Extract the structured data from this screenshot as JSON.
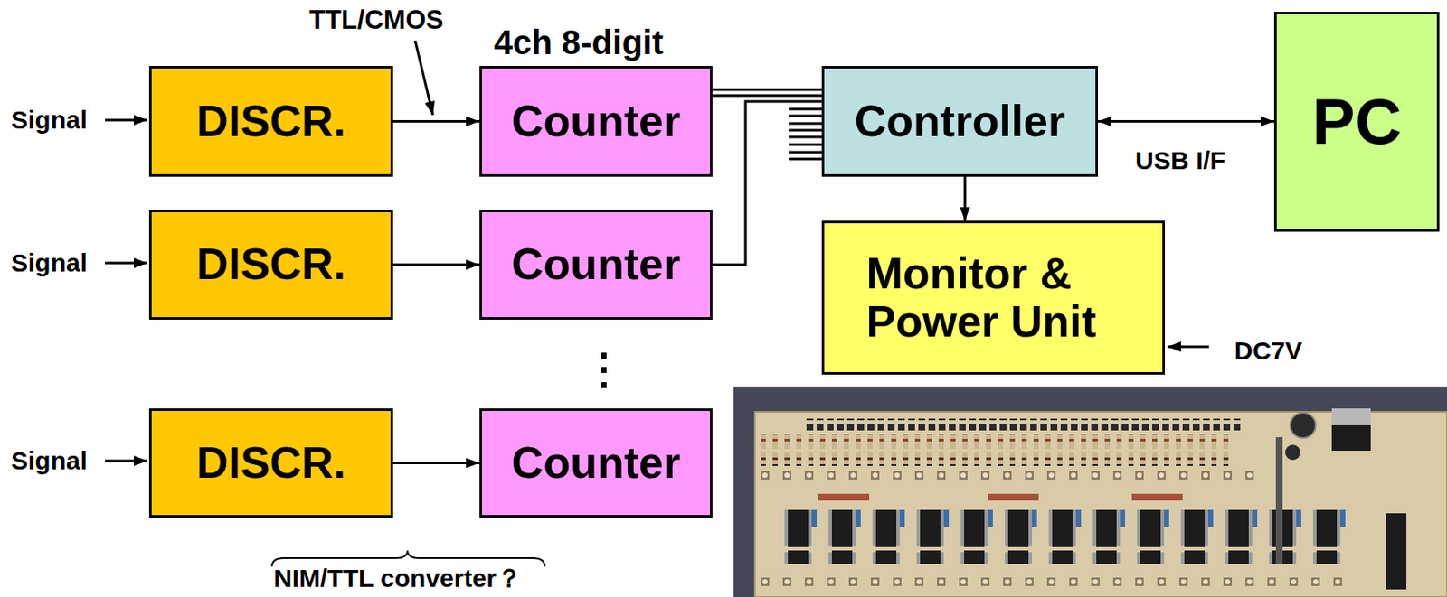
{
  "diagram": {
    "nodes": [
      {
        "text": [
          "DISCR."
        ]
      },
      {
        "text": [
          "Counter"
        ]
      },
      {
        "text": [
          "Controller"
        ]
      },
      {
        "text": [
          "PC"
        ]
      },
      {
        "text": [
          "DISCR."
        ]
      },
      {
        "text": [
          "Counter"
        ]
      },
      {
        "text": [
          "Monitor & Power Unit"
        ]
      },
      {
        "text": [
          "DISCR."
        ]
      },
      {
        "text": [
          "Counter"
        ]
      }
    ],
    "edges": [
      {
        "from": 0,
        "to": 1,
        "arrow": "to"
      },
      {
        "from": 4,
        "to": 5,
        "arrow": "to"
      },
      {
        "from": 7,
        "to": 8,
        "arrow": "to"
      },
      {
        "from": 1,
        "to": 2,
        "arrow": "none"
      },
      {
        "from": 5,
        "to": 2,
        "arrow": "none"
      },
      {
        "from": 2,
        "to": 3,
        "arrow": "both"
      },
      {
        "from": 2,
        "to": 6,
        "arrow": "to"
      }
    ],
    "labels": [
      "Signal",
      "Signal",
      "Signal",
      "TTL/CMOS",
      "4ch 8-digit",
      "USB I/F",
      "DC7V",
      "NIM/TTL converter？"
    ]
  }
}
